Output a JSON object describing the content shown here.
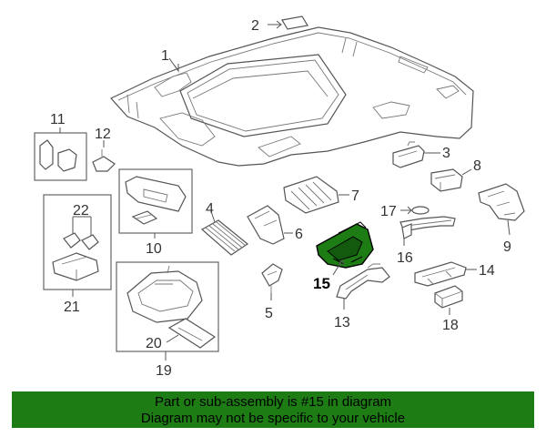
{
  "diagram": {
    "callouts": {
      "c1": "1",
      "c2": "2",
      "c3": "3",
      "c4": "4",
      "c5": "5",
      "c6": "6",
      "c7": "7",
      "c8": "8",
      "c9": "9",
      "c10": "10",
      "c11": "11",
      "c12": "12",
      "c13": "13",
      "c14": "14",
      "c15": "15",
      "c16": "16",
      "c17": "17",
      "c18": "18",
      "c19": "19",
      "c20": "20",
      "c21": "21",
      "c22": "22"
    },
    "highlight_part": "15",
    "highlight_color": "#1d7d14"
  },
  "banner": {
    "line1": "Part or sub-assembly is #15 in diagram",
    "line2": "Diagram may not be specific to your vehicle",
    "background": "#1d7d14"
  }
}
